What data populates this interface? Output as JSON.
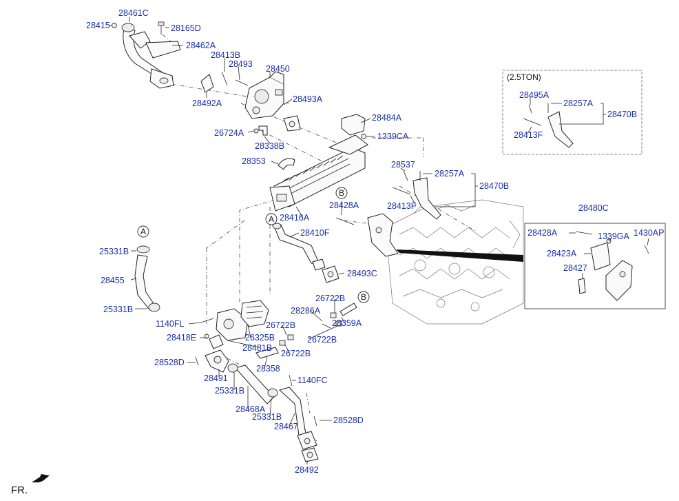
{
  "labels": {
    "p28461C": "28461C",
    "p28415": "28415",
    "p28165D": "28165D",
    "p28462A": "28462A",
    "p28413B": "28413B",
    "p28493": "28493",
    "p28450": "28450",
    "p28492A": "28492A",
    "p28493A": "28493A",
    "p26724A": "26724A",
    "p28338B": "28338B",
    "p28484A": "28484A",
    "p1339CA": "1339CA",
    "p28353": "28353",
    "p28537": "28537",
    "p28257A": "28257A",
    "p28470B": "28470B",
    "p28413F": "28413F",
    "p28428A": "28428A",
    "p28416A": "28416A",
    "p28410F": "28410F",
    "p28493C": "28493C",
    "p25331B_a": "25331B",
    "p28455": "28455",
    "p25331B_b": "25331B",
    "p26722B_a": "26722B",
    "p28286A": "28286A",
    "p28359A": "28359A",
    "p1140FL": "1140FL",
    "p26722B_b": "26722B",
    "p26722B_c": "26722B",
    "p28418E": "28418E",
    "p26325B": "26325B",
    "p28481B": "28481B",
    "p26722B_d": "26722B",
    "p28528D_a": "28528D",
    "p28358": "28358",
    "p28491": "28491",
    "p1140FC": "1140FC",
    "p25331B_c": "25331B",
    "p28468A": "28468A",
    "p25331B_d": "25331B",
    "p28528D_b": "28528D",
    "p28467": "28467",
    "p28492": "28492",
    "p28480C": "28480C",
    "p28428A_b": "28428A",
    "p1339GA": "1339GA",
    "p1430AP": "1430AP",
    "p28423A": "28423A",
    "p28427": "28427",
    "p28495A": "28495A",
    "p28257A_b": "28257A",
    "p28470B_b": "28470B",
    "p28413F_b": "28413F"
  },
  "inset_ton_title": "(2.5TON)",
  "markers": {
    "a1": "A",
    "a2": "A",
    "b1": "B",
    "b2": "B"
  },
  "fr_label": "FR."
}
